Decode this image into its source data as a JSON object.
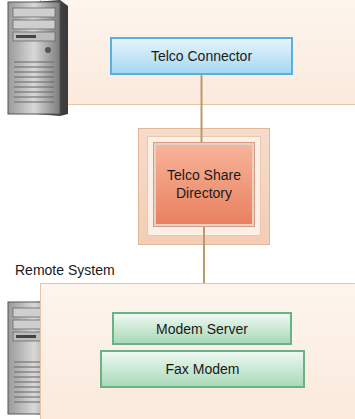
{
  "diagram": {
    "nodes": [
      {
        "text": [
          "Telco Connector"
        ]
      },
      {
        "text": [
          "Telco Share Directory"
        ]
      },
      {
        "text": [
          "Remote System"
        ]
      },
      {
        "text": [
          "Modem Server"
        ],
        "in": 2
      },
      {
        "text": [
          "Fax Modem"
        ],
        "in": 2
      }
    ],
    "edges": [
      {
        "from": 0,
        "to": 1,
        "arrow": "none"
      },
      {
        "from": 1,
        "to": 3,
        "arrow": "none"
      }
    ]
  }
}
